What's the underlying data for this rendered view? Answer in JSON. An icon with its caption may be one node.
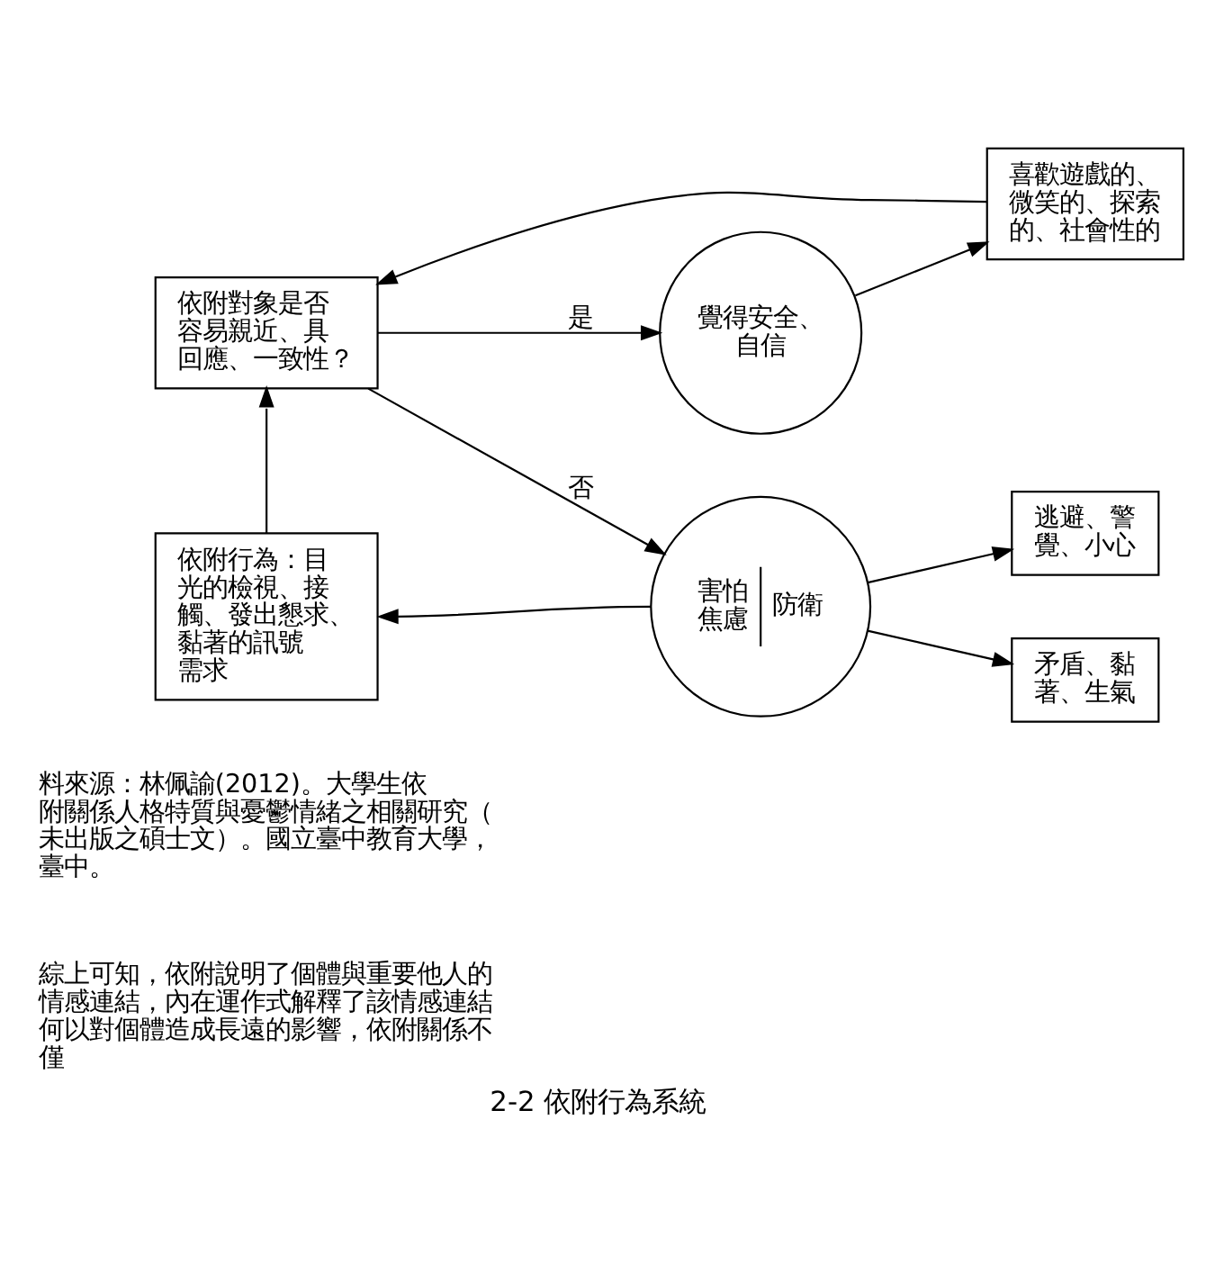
{
  "diagram": {
    "caption": "2-2 依附行為系統",
    "nodes": [
      {
        "text": [
          "依附對象是否容易親近、具回應、一致性？"
        ]
      },
      {
        "text": [
          "覺得安全、自信"
        ]
      },
      {
        "text": [
          "喜歡遊戲的、微笑的、探索的、社會性的"
        ]
      },
      {
        "text": [
          "依附行為：目光的檢視、接觸、發出懇求、黏著的訊號需求"
        ]
      },
      {
        "text": [
          "害怕焦慮",
          "防衛"
        ]
      },
      {
        "text": [
          "逃避、警覺、小心"
        ]
      },
      {
        "text": [
          "矛盾、黏著、生氣"
        ]
      }
    ],
    "edges": [
      {
        "from": 0,
        "to": 1,
        "arrow": "to",
        "label": "是"
      },
      {
        "from": 1,
        "to": 2,
        "arrow": "to"
      },
      {
        "from": 2,
        "to": 0,
        "arrow": "to"
      },
      {
        "from": 0,
        "to": 4,
        "arrow": "to",
        "label": "否"
      },
      {
        "from": 4,
        "to": 3,
        "arrow": "to"
      },
      {
        "from": 4,
        "to": 5,
        "arrow": "to"
      },
      {
        "from": 4,
        "to": 6,
        "arrow": "to"
      },
      {
        "from": 3,
        "to": 0,
        "arrow": "to"
      }
    ],
    "labels": [
      "料來源：林佩諭(2012)。大學生依附關係人格特質與憂鬱情緒之相關研究（未出版之碩士文）。國立臺中教育大學，臺中。",
      "綜上可知，依附說明了個體與重要他人的情感連結，內在運作式解釋了該情感連結何以對個體造成長遠的影響，依附關係不僅"
    ]
  }
}
